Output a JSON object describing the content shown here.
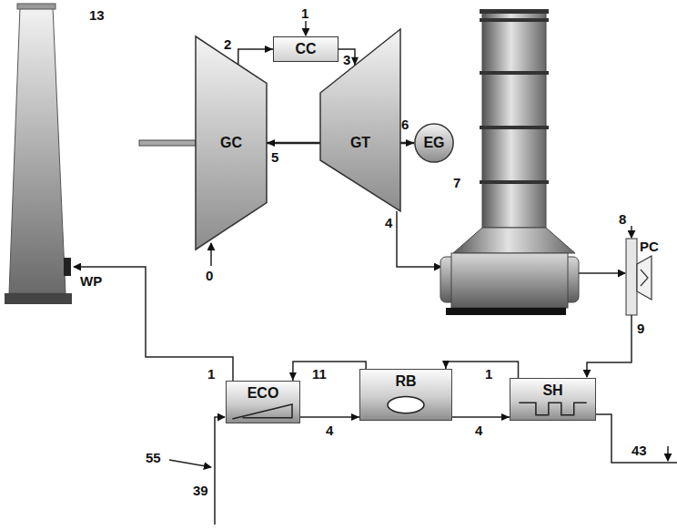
{
  "diagram": {
    "nodes": [
      {
        "text": [
          "CC"
        ]
      },
      {
        "text": [
          "GC"
        ]
      },
      {
        "text": [
          "GT"
        ]
      },
      {
        "text": [
          "EG"
        ]
      },
      {
        "text": [
          "ECO"
        ]
      },
      {
        "text": [
          "RB"
        ]
      },
      {
        "text": [
          "SH"
        ]
      }
    ],
    "edges": [
      {
        "from": 1,
        "to": 0,
        "arrow": "to"
      },
      {
        "from": 0,
        "to": 2,
        "arrow": "to"
      },
      {
        "from": 2,
        "to": 1,
        "arrow": "to"
      },
      {
        "from": 2,
        "to": 3,
        "arrow": "to"
      },
      {
        "from": 6,
        "to": 5,
        "arrow": "to"
      },
      {
        "from": 5,
        "to": 4,
        "arrow": "to"
      },
      {
        "from": 4,
        "to": 5,
        "arrow": "to"
      },
      {
        "from": 5,
        "to": 6,
        "arrow": "to"
      }
    ],
    "labels": [
      "13",
      "1",
      "2",
      "3",
      "5",
      "6",
      "7",
      "4",
      "0",
      "8",
      "PC",
      "9",
      "WP",
      "1",
      "11",
      "1",
      "4",
      "4",
      "55",
      "39",
      "43"
    ]
  }
}
